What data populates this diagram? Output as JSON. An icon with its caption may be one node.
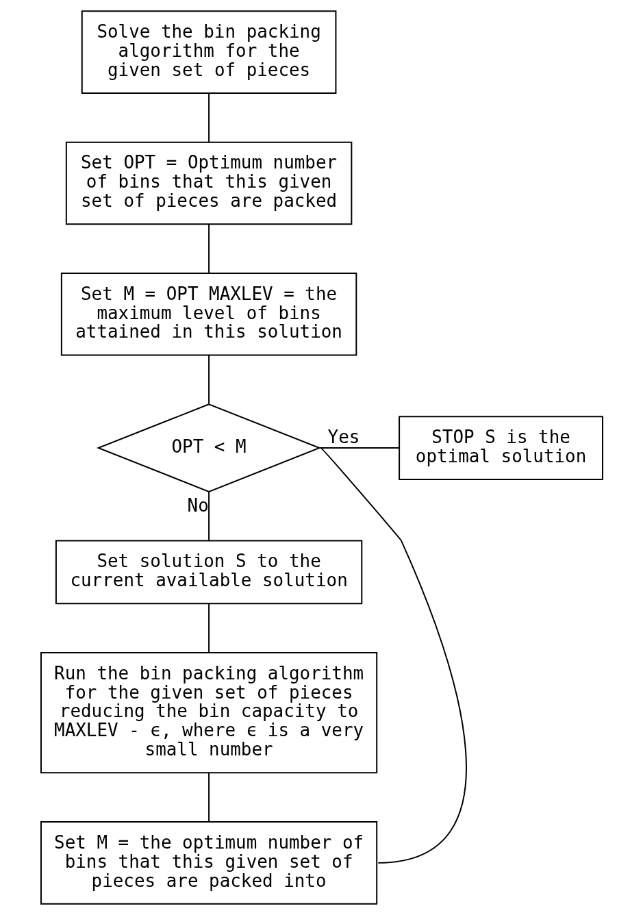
{
  "diagram": {
    "nodes": [
      {
        "text": [
          "Solve the bin packing algorithm for the given set of pieces"
        ]
      },
      {
        "text": [
          "Set OPT = Optimum number of bins that this given set of pieces are packed"
        ]
      },
      {
        "text": [
          "Set M = OPT MAXLEV = the maximum level of bins attained in this solution"
        ]
      },
      {
        "text": [
          "STOP S is the optimal solution"
        ]
      },
      {
        "text": [
          "OPT < M"
        ]
      },
      {
        "text": [
          "Set solution S to the current available solution"
        ]
      },
      {
        "text": [
          "Run the bin packing algorithm for the given set of pieces reducing the bin capacity to MAXLEV - ϵ, where ϵ is a very small number"
        ]
      },
      {
        "text": [
          "Set M = the optimum number of bins that this given set of pieces are packed into"
        ]
      }
    ],
    "edges": [
      {
        "from": 0,
        "to": 1,
        "arrow": "none"
      },
      {
        "from": 1,
        "to": 2,
        "arrow": "none"
      },
      {
        "from": 2,
        "to": 4,
        "arrow": "none"
      },
      {
        "from": 4,
        "to": 3,
        "arrow": "none",
        "label": "Yes"
      },
      {
        "from": 4,
        "to": 5,
        "arrow": "none",
        "label": "No"
      },
      {
        "from": 5,
        "to": 6,
        "arrow": "none"
      },
      {
        "from": 6,
        "to": 7,
        "arrow": "none"
      },
      {
        "from": 7,
        "to": 4,
        "arrow": "none"
      }
    ]
  }
}
